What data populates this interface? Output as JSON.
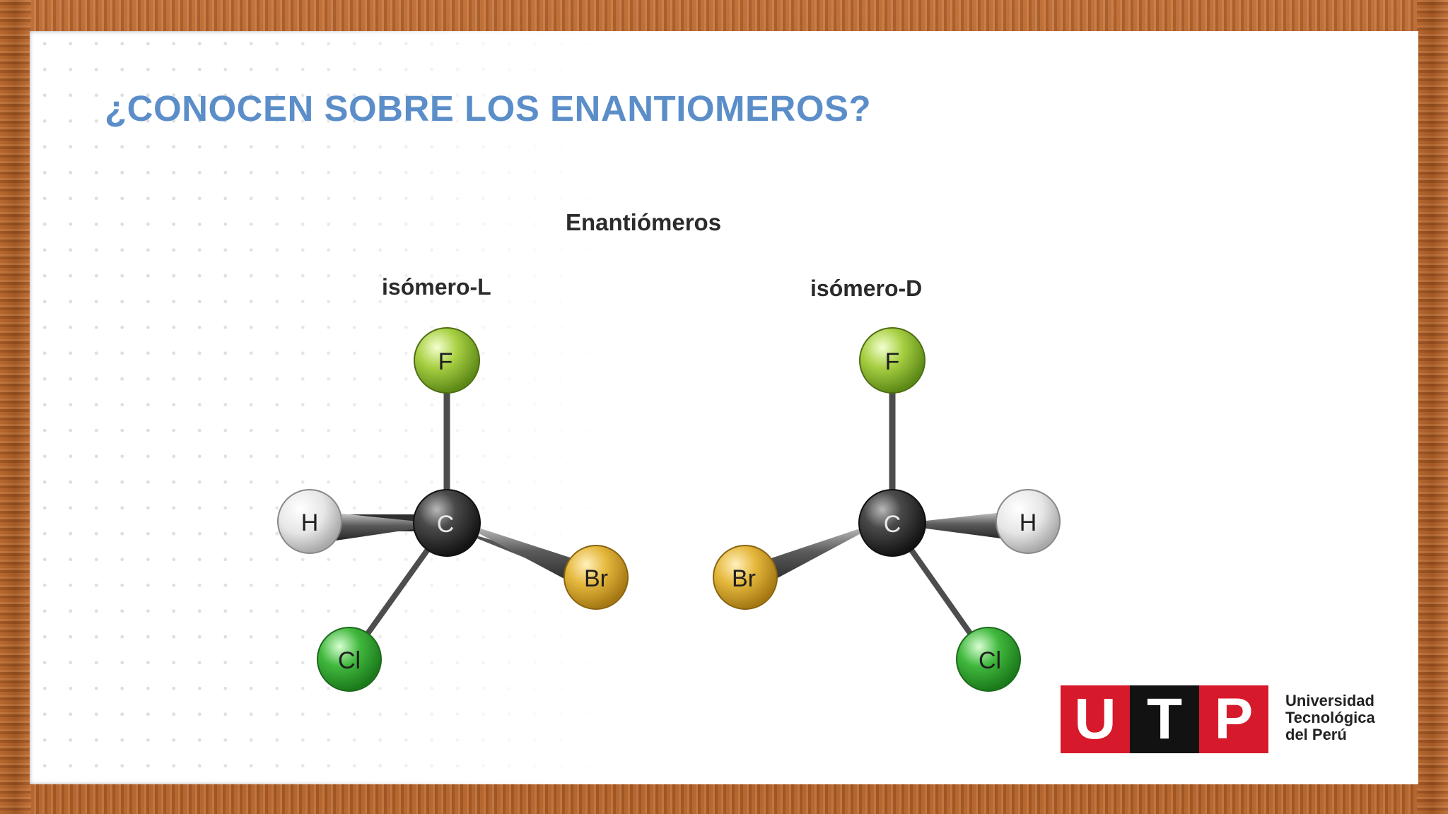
{
  "slide": {
    "title": "¿CONOCEN SOBRE LOS ENANTIOMEROS?",
    "title_color": "#5b8ec9"
  },
  "diagram": {
    "heading": "Enantiómeros",
    "left_label": "isómero-L",
    "right_label": "isómero-D",
    "atom_colors": {
      "F": "#9cc63a",
      "H": "#e9e9e9",
      "C": "#3a3a3a",
      "Br": "#e2b43a",
      "Cl": "#3daf3d"
    },
    "left_molecule": {
      "center": "C",
      "atoms": [
        "F",
        "H",
        "Br",
        "Cl"
      ]
    },
    "right_molecule": {
      "center": "C",
      "atoms": [
        "F",
        "H",
        "Br",
        "Cl"
      ]
    }
  },
  "logo": {
    "letters": [
      "U",
      "T",
      "P"
    ],
    "text_lines": [
      "Universidad",
      "Tecnológica",
      "del Perú"
    ],
    "colors": {
      "red": "#d6192b",
      "black": "#121212"
    }
  }
}
